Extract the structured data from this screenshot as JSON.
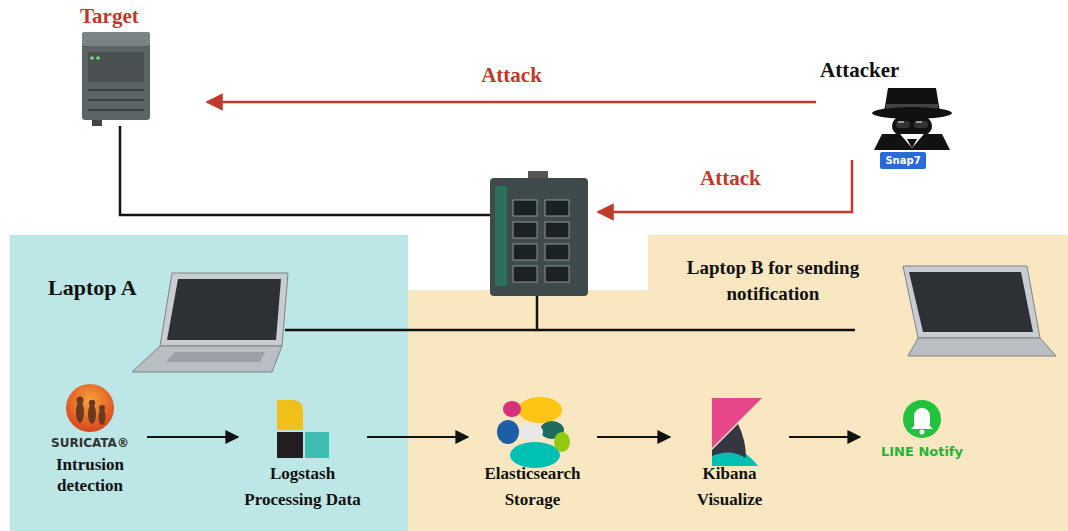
{
  "diagram": {
    "nodes": [
      {
        "text": [
          "Target"
        ]
      },
      {
        "text": [
          "Attacker"
        ]
      },
      {
        "text": [
          "Snap7"
        ],
        "in": 1
      },
      {
        "text": [
          "Laptop A"
        ]
      },
      {
        "text": [
          "SURICATA®",
          "Intrusion detection"
        ],
        "in": 3
      },
      {
        "text": [
          "Logstash",
          "Processing Data"
        ],
        "in": 3
      },
      {
        "text": [
          "Laptop B for sending notification"
        ]
      },
      {
        "text": [
          "Elasticsearch",
          "Storage"
        ],
        "in": 6
      },
      {
        "text": [
          "Kibana",
          "Visualize"
        ],
        "in": 6
      },
      {
        "text": [
          "LINE Notify"
        ],
        "in": 6
      }
    ],
    "edges": [
      {
        "from": 1,
        "to": 0,
        "arrow": "to",
        "label": "Attack"
      },
      {
        "from": 4,
        "to": 5,
        "arrow": "to"
      },
      {
        "from": 5,
        "to": 7,
        "arrow": "to"
      },
      {
        "from": 7,
        "to": 8,
        "arrow": "to"
      },
      {
        "from": 8,
        "to": 9,
        "arrow": "to"
      }
    ],
    "labels": [
      "Attack"
    ]
  }
}
